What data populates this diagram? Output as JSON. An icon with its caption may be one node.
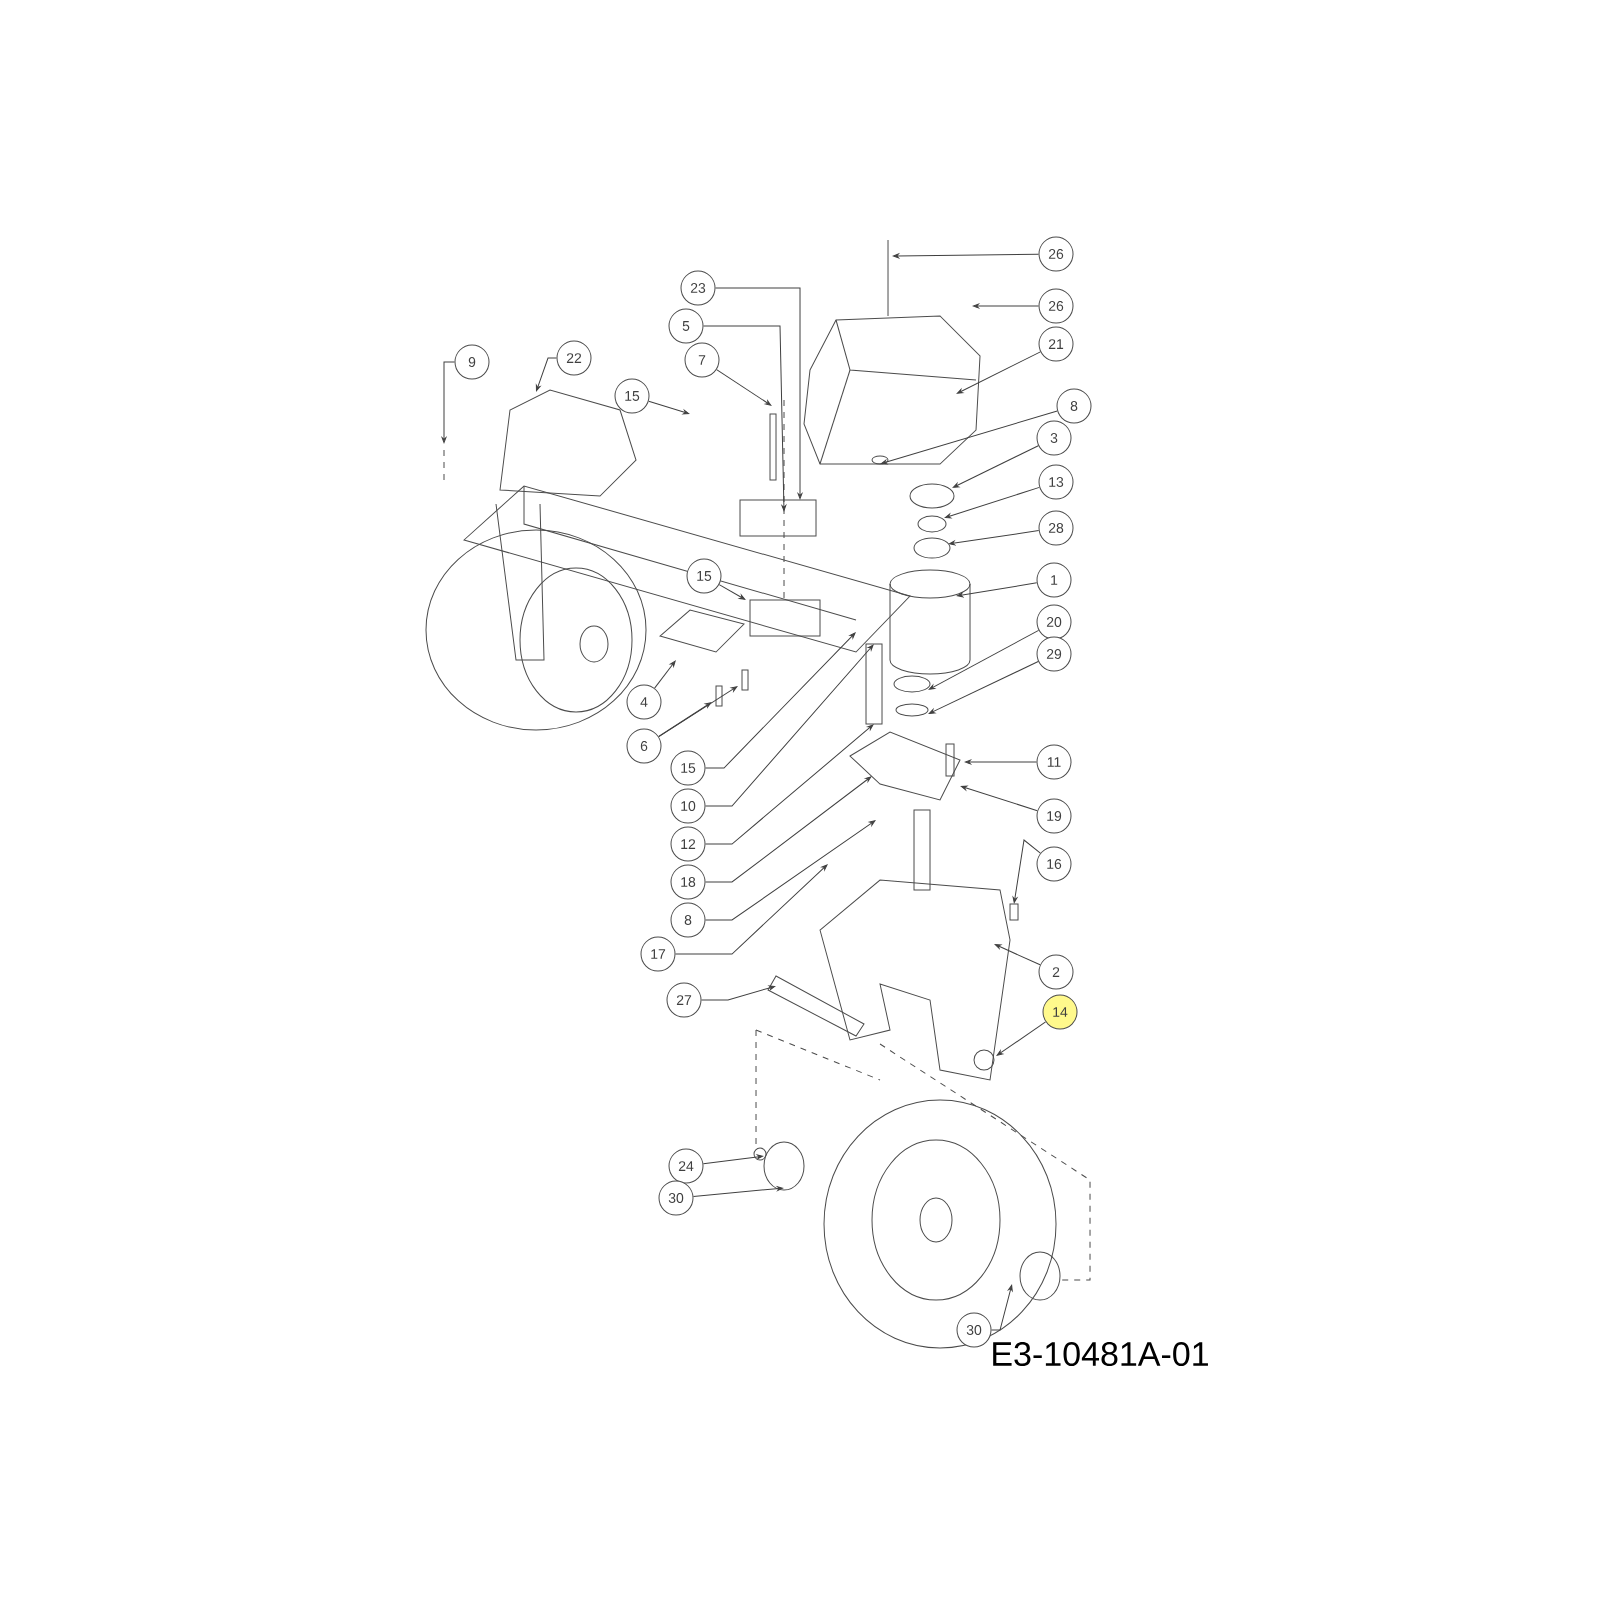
{
  "diagram": {
    "nodes": [
      {
        "text": [
          "26"
        ]
      },
      {
        "text": [
          "26"
        ]
      },
      {
        "text": [
          "23"
        ]
      },
      {
        "text": [
          "5"
        ]
      },
      {
        "text": [
          "21"
        ]
      },
      {
        "text": [
          "22"
        ]
      },
      {
        "text": [
          "9"
        ]
      },
      {
        "text": [
          "7"
        ]
      },
      {
        "text": [
          "15"
        ]
      },
      {
        "text": [
          "8"
        ]
      },
      {
        "text": [
          "3"
        ]
      },
      {
        "text": [
          "13"
        ]
      },
      {
        "text": [
          "28"
        ]
      },
      {
        "text": [
          "15"
        ]
      },
      {
        "text": [
          "1"
        ]
      },
      {
        "text": [
          "20"
        ]
      },
      {
        "text": [
          "29"
        ]
      },
      {
        "text": [
          "4"
        ]
      },
      {
        "text": [
          "6"
        ]
      },
      {
        "text": [
          "11"
        ]
      },
      {
        "text": [
          "15"
        ]
      },
      {
        "text": [
          "10"
        ]
      },
      {
        "text": [
          "19"
        ]
      },
      {
        "text": [
          "12"
        ]
      },
      {
        "text": [
          "16"
        ]
      },
      {
        "text": [
          "18"
        ]
      },
      {
        "text": [
          "8"
        ]
      },
      {
        "text": [
          "17"
        ]
      },
      {
        "text": [
          "2"
        ]
      },
      {
        "text": [
          "27"
        ]
      },
      {
        "text": [
          "14"
        ]
      },
      {
        "text": [
          "24"
        ]
      },
      {
        "text": [
          "30"
        ]
      },
      {
        "text": [
          "30"
        ]
      }
    ],
    "edges": [
      {
        "from": 0,
        "to": null,
        "arrow": "to"
      },
      {
        "from": 1,
        "to": null,
        "arrow": "to"
      },
      {
        "from": 2,
        "to": null,
        "arrow": "to"
      },
      {
        "from": 3,
        "to": null,
        "arrow": "to"
      },
      {
        "from": 4,
        "to": null,
        "arrow": "to"
      },
      {
        "from": 5,
        "to": null,
        "arrow": "to"
      },
      {
        "from": 6,
        "to": null,
        "arrow": "to"
      },
      {
        "from": 7,
        "to": null,
        "arrow": "to"
      },
      {
        "from": 8,
        "to": null,
        "arrow": "to"
      },
      {
        "from": 9,
        "to": null,
        "arrow": "to"
      },
      {
        "from": 10,
        "to": null,
        "arrow": "to"
      },
      {
        "from": 11,
        "to": null,
        "arrow": "to"
      },
      {
        "from": 12,
        "to": null,
        "arrow": "to"
      },
      {
        "from": 13,
        "to": null,
        "arrow": "to"
      },
      {
        "from": 14,
        "to": null,
        "arrow": "to"
      },
      {
        "from": 15,
        "to": null,
        "arrow": "to"
      },
      {
        "from": 16,
        "to": null,
        "arrow": "to"
      },
      {
        "from": 17,
        "to": null,
        "arrow": "to"
      },
      {
        "from": 18,
        "to": null,
        "arrow": "to"
      },
      {
        "from": 18,
        "to": null,
        "arrow": "to"
      },
      {
        "from": 19,
        "to": null,
        "arrow": "to"
      },
      {
        "from": 20,
        "to": null,
        "arrow": "to"
      },
      {
        "from": 21,
        "to": null,
        "arrow": "to"
      },
      {
        "from": 22,
        "to": null,
        "arrow": "to"
      },
      {
        "from": 23,
        "to": null,
        "arrow": "to"
      },
      {
        "from": 24,
        "to": null,
        "arrow": "to"
      },
      {
        "from": 25,
        "to": null,
        "arrow": "to"
      },
      {
        "from": 26,
        "to": null,
        "arrow": "to"
      },
      {
        "from": 27,
        "to": null,
        "arrow": "to"
      },
      {
        "from": 28,
        "to": null,
        "arrow": "to"
      },
      {
        "from": 29,
        "to": null,
        "arrow": "to"
      },
      {
        "from": 30,
        "to": null,
        "arrow": "to"
      },
      {
        "from": 31,
        "to": null,
        "arrow": "to"
      },
      {
        "from": 32,
        "to": null,
        "arrow": "to"
      },
      {
        "from": 33,
        "to": null,
        "arrow": "to"
      }
    ],
    "labels": [
      "E3-10481A-01"
    ]
  }
}
